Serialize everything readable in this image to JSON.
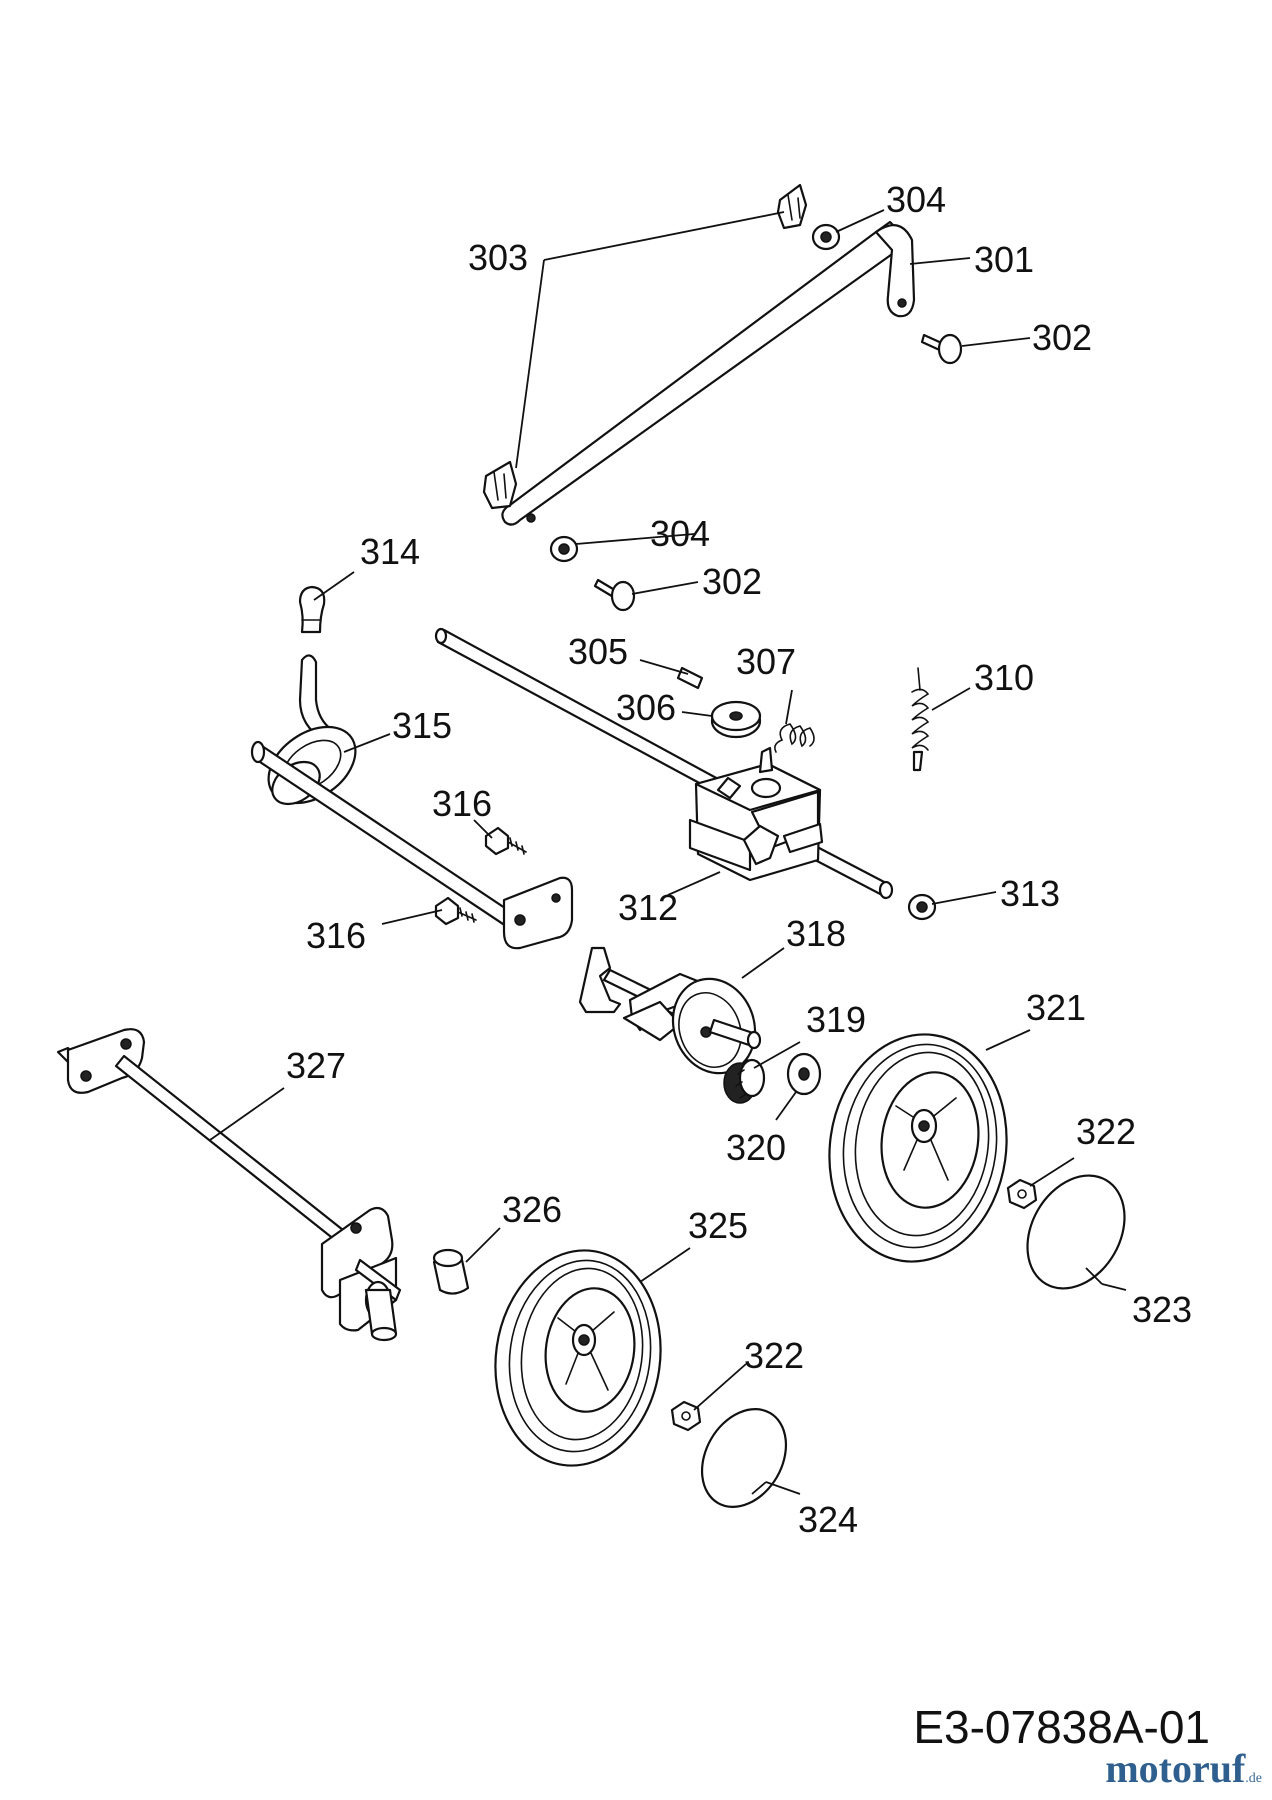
{
  "diagram": {
    "drawing_code": "E3-07838A-01",
    "watermark": {
      "text": "motoruf",
      "suffix": ".de"
    },
    "part_labels": [
      "301",
      "302",
      "302",
      "303",
      "304",
      "304",
      "305",
      "306",
      "307",
      "310",
      "312",
      "313",
      "314",
      "315",
      "316",
      "316",
      "318",
      "319",
      "320",
      "321",
      "322",
      "322",
      "323",
      "324",
      "325",
      "326",
      "327"
    ]
  }
}
